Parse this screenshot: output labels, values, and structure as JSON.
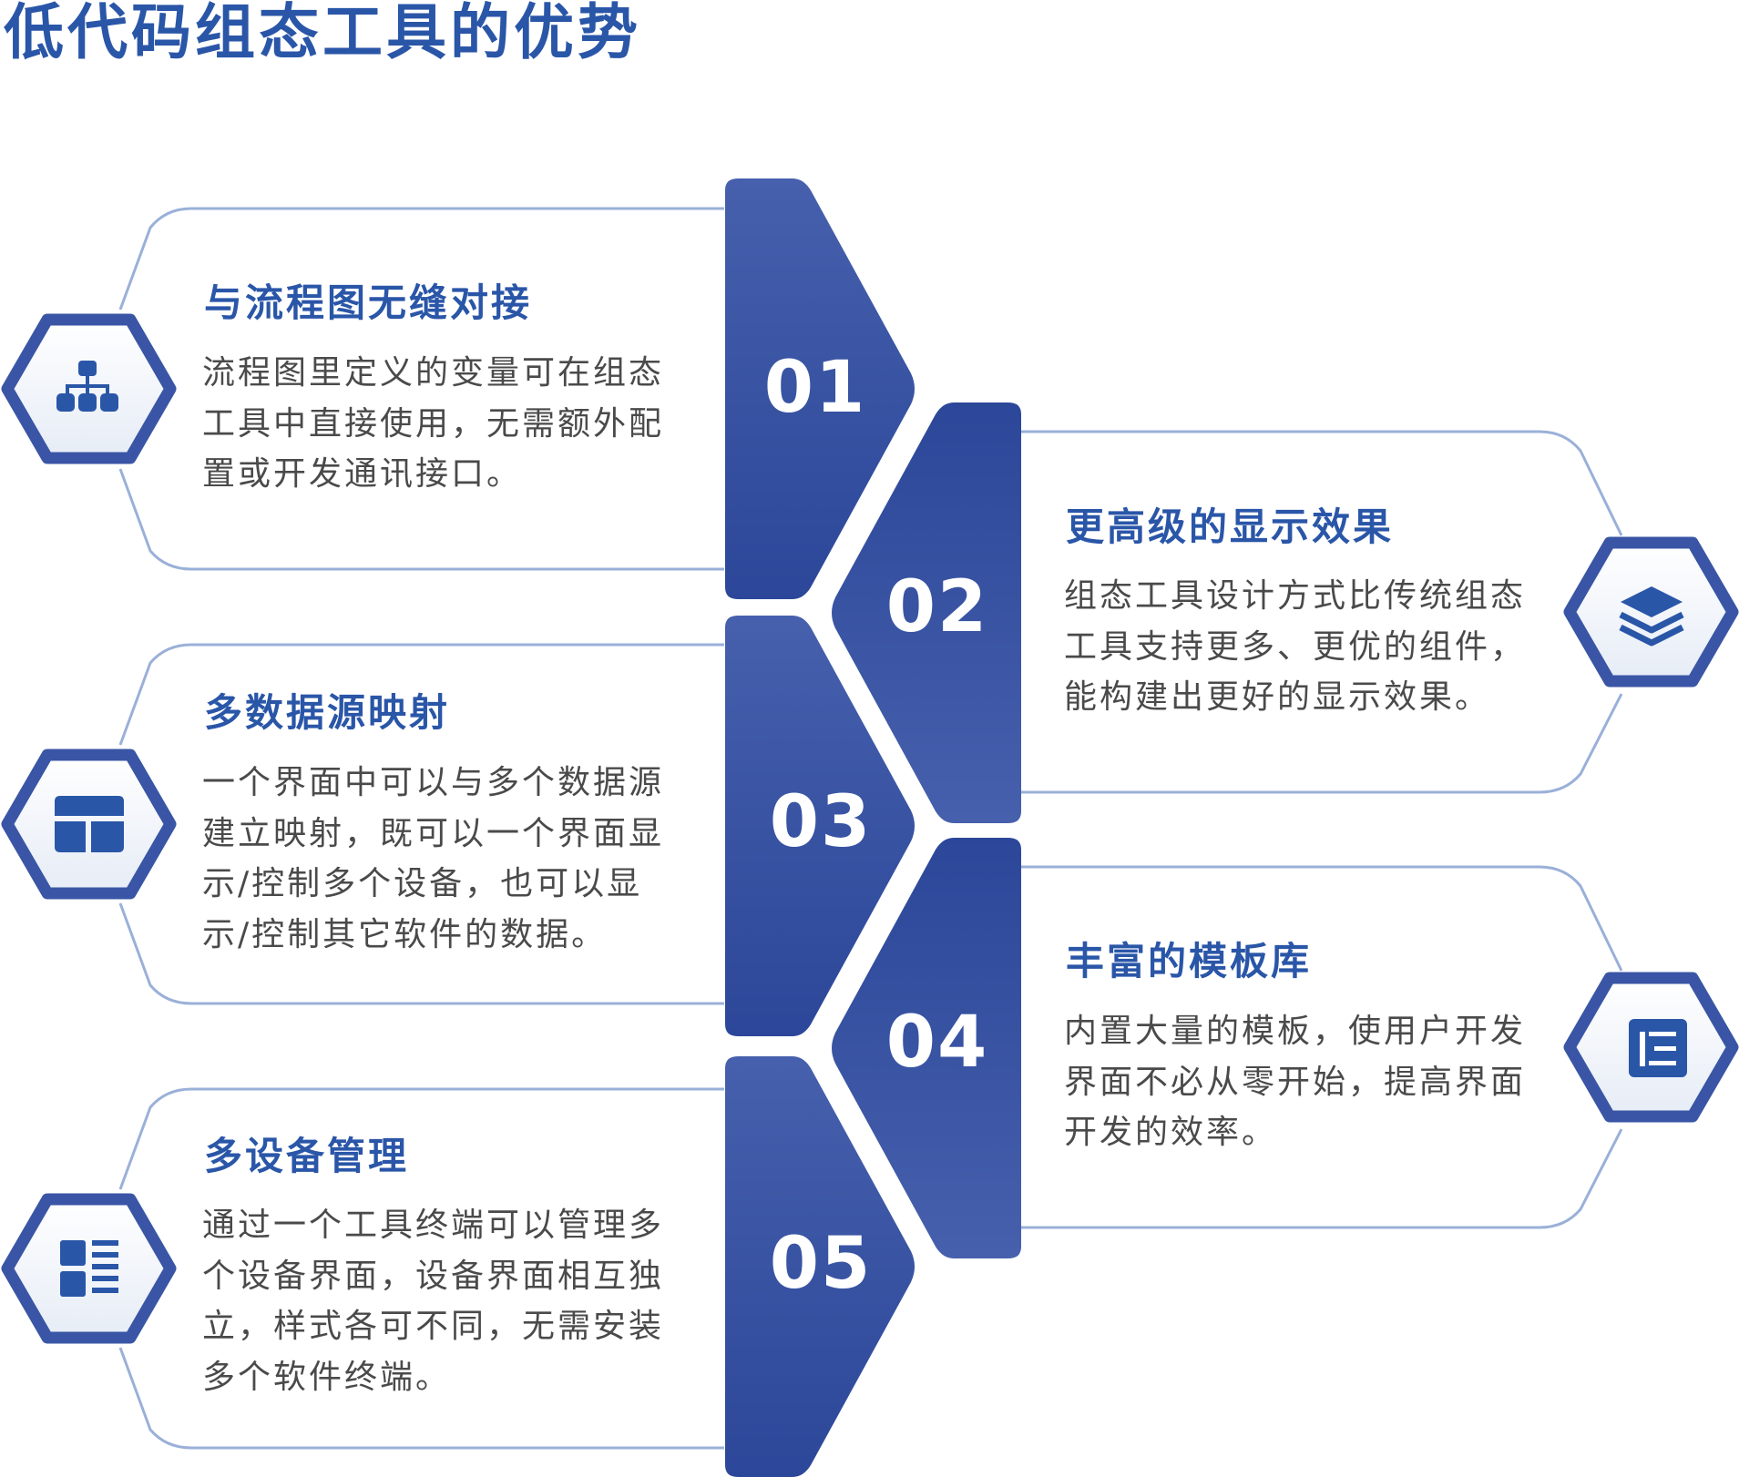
{
  "title": "低代码组态工具的优势",
  "colors": {
    "primary": "#2a56a8",
    "chevron_light": "#4660ad",
    "chevron_dark": "#2c4799",
    "outline": "#9ab0d8",
    "text": "#4a4a4a"
  },
  "steps": [
    {
      "number": "01",
      "side": "left",
      "icon": "hierarchy-icon",
      "title": "与流程图无缝对接",
      "lines": [
        "流程图里定义的变量可在组态",
        "工具中直接使用，无需额外配",
        "置或开发通讯接口。"
      ]
    },
    {
      "number": "02",
      "side": "right",
      "icon": "layers-icon",
      "title": "更高级的显示效果",
      "lines": [
        "组态工具设计方式比传统组态",
        "工具支持更多、更优的组件，",
        "能构建出更好的显示效果。"
      ]
    },
    {
      "number": "03",
      "side": "left",
      "icon": "layout-icon",
      "title": "多数据源映射",
      "lines": [
        "一个界面中可以与多个数据源",
        "建立映射，既可以一个界面显",
        "示/控制多个设备，也可以显",
        "示/控制其它软件的数据。"
      ]
    },
    {
      "number": "04",
      "side": "right",
      "icon": "template-icon",
      "title": "丰富的模板库",
      "lines": [
        "内置大量的模板，使用户开发",
        "界面不必从零开始，提高界面",
        "开发的效率。"
      ]
    },
    {
      "number": "05",
      "side": "left",
      "icon": "list-icon",
      "title": "多设备管理",
      "lines": [
        "通过一个工具终端可以管理多",
        "个设备界面，设备界面相互独",
        "立，样式各可不同，无需安装",
        "多个软件终端。"
      ]
    }
  ]
}
